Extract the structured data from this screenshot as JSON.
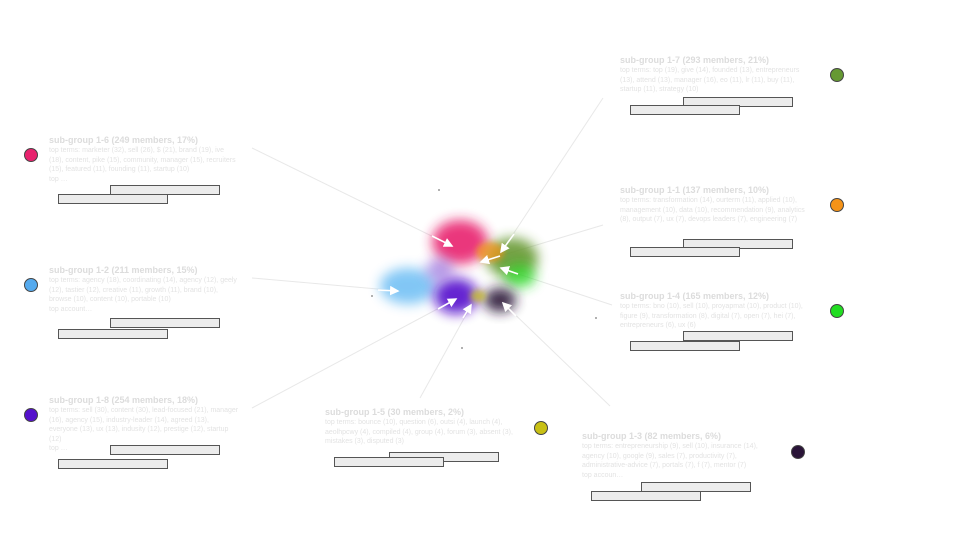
{
  "groups": [
    {
      "id": "g6",
      "title": "sub-group 1-6 (249 members, 17%)",
      "terms": "top terms: marketer (32), sell (26), $ (21), brand (19), ive (18), content, pike (15), community, manager (15), recruiters (15), featured (11), founding (11), startup (10)",
      "extra": "top …",
      "color": "#e8236e"
    },
    {
      "id": "g2",
      "title": "sub-group 1-2 (211 members, 15%)",
      "terms": "top terms: agency (18), coordinating (14), agency (12), geely (12), tastier (12), creative (11), growth (11), brand (10), browse (10), content (10), portable (10)",
      "extra": "top account…",
      "color": "#55aaee"
    },
    {
      "id": "g8",
      "title": "sub-group 1-8 (254 members, 18%)",
      "terms": "top terms: sell (30), content (30), lead-focused (21), manager (16), agency (15), industry-leader (14), agreed (13), everyone (13), ux (13), indusity (12), prestige (12), startup (12)",
      "extra": "top …",
      "color": "#5511cc"
    },
    {
      "id": "g5",
      "title": "sub-group 1-5 (30 members, 2%)",
      "terms": "top terms: bounce (10), question (6), outsi (4), launch (4), aeolhpcwy (4), compiled (4), group (4), forum (3), absent (3), mistakes (3), disputed (3)",
      "extra": "",
      "color": "#c8c015"
    },
    {
      "id": "g7",
      "title": "sub-group 1-7 (293 members, 21%)",
      "terms": "top terms: top (19), give (14), founded (13), entrepreneurs (13), attend (13), manager (16), eo (11), lr (11), buy (11), startup (11), strategy (10)",
      "extra": "",
      "color": "#669933"
    },
    {
      "id": "g1",
      "title": "sub-group 1-1 (137 members, 10%)",
      "terms": "top terms: transformation (14), ourterm (11), applied (10), management (10), data (10), recommendation (9), analytics (8), output (7), ux (7), devops leaders (7), engineering (7)",
      "extra": "",
      "color": "#f59318"
    },
    {
      "id": "g4",
      "title": "sub-group 1-4 (165 members, 12%)",
      "terms": "top terms: bno (10), sell (10), proyapmat (10), product (10), figure (9), transformation (8), digital (7), open (7), hei (7), entrepreneurs (6), ux (6)",
      "extra": "",
      "color": "#22dd22"
    },
    {
      "id": "g3",
      "title": "sub-group 1-3 (82 members, 6%)",
      "terms": "top terms: entrepreneurship (9), sell (10), insurance (14), agency (10), google (9), sales (7), productivity (7), administrative-advice (7), portals (7), f (7), mentor (7)",
      "extra": "top accoun…",
      "color": "#2a1438"
    }
  ]
}
